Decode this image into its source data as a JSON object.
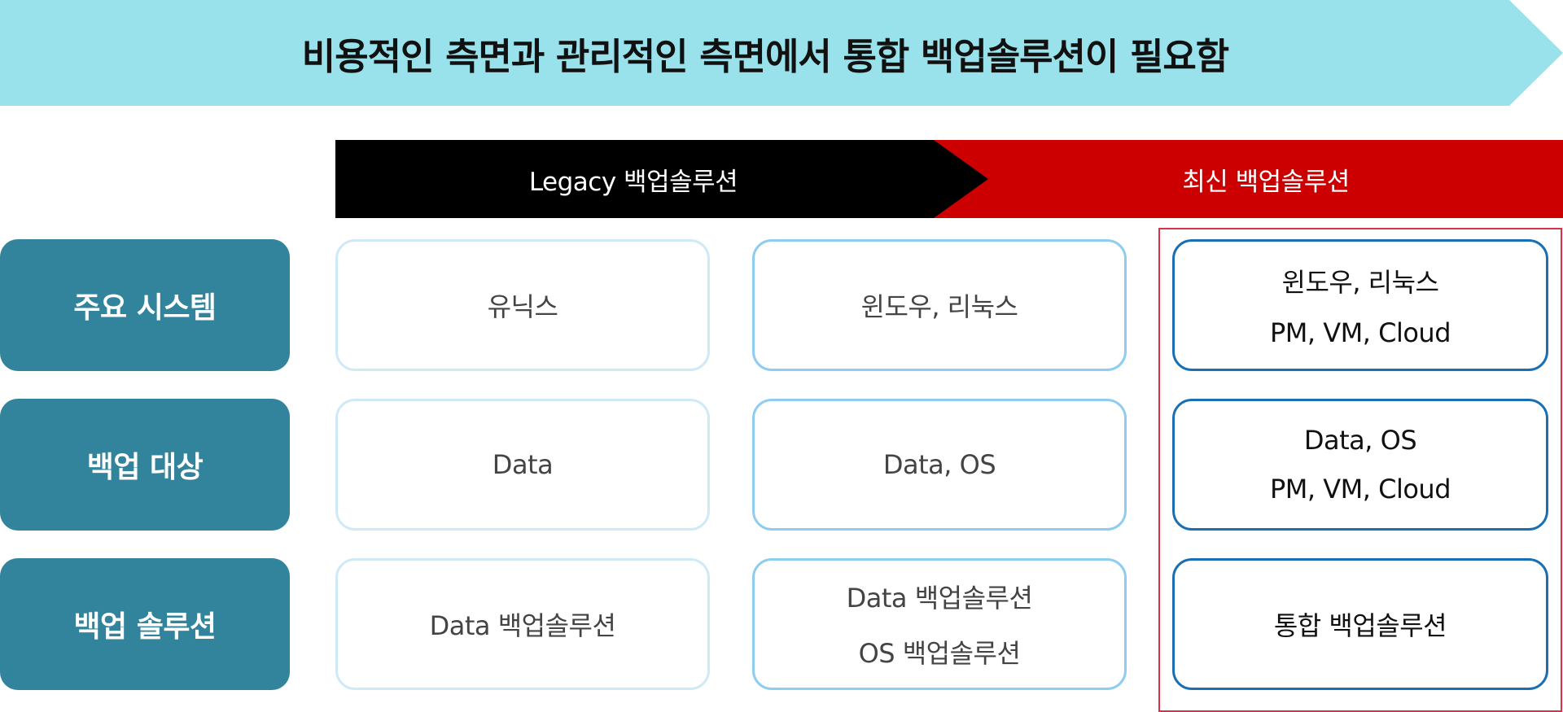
{
  "banner": {
    "title": "비용적인 측면과 관리적인 측면에서 통합 백업솔루션이 필요함"
  },
  "columns": {
    "legacy_label": "Legacy 백업솔루션",
    "new_label": "최신 백업솔루션"
  },
  "rows": [
    {
      "label": "주요 시스템",
      "cells": [
        [
          "유닉스"
        ],
        [
          "윈도우, 리눅스"
        ],
        [
          "윈도우, 리눅스",
          "PM, VM, Cloud"
        ]
      ]
    },
    {
      "label": "백업 대상",
      "cells": [
        [
          "Data"
        ],
        [
          "Data, OS"
        ],
        [
          "Data, OS",
          "PM, VM, Cloud"
        ]
      ]
    },
    {
      "label": "백업 솔루션",
      "cells": [
        [
          "Data 백업솔루션"
        ],
        [
          "Data 백업솔루션",
          "OS 백업솔루션"
        ],
        [
          "통합 백업솔루션"
        ]
      ]
    }
  ],
  "colors": {
    "banner": "#99e2ec",
    "legacy_header": "#000000",
    "new_header": "#cc0000",
    "row_label": "#31849b",
    "highlight_frame": "#d6334a"
  }
}
